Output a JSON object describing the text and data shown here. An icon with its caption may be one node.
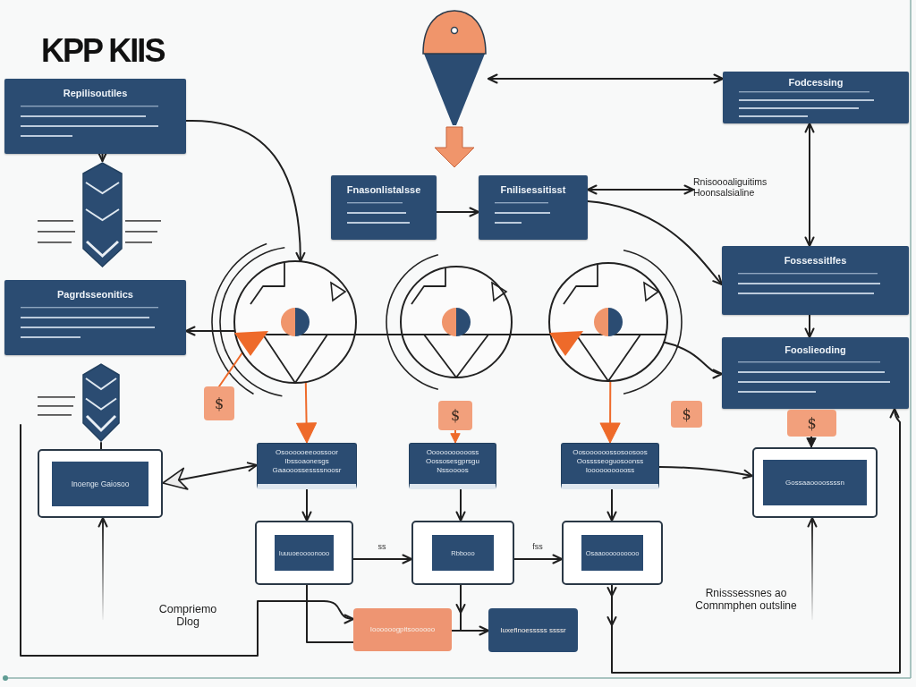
{
  "diagram": {
    "title": "KPP KIIS",
    "nodes": [
      {
        "text": [
          "Repilisoutiles"
        ]
      },
      {
        "text": [],
        "shape": "chevron"
      },
      {
        "text": [
          "Pagrdsseonitics"
        ]
      },
      {
        "text": [],
        "shape": "chevron"
      },
      {
        "text": [],
        "shape": "box"
      },
      {
        "text": [
          "Inoenge Gaiosoo"
        ],
        "in": 4
      },
      {
        "text": [],
        "shape": "funnel"
      },
      {
        "text": [
          "Fodcessing"
        ]
      },
      {
        "text": [
          "Fnasonlistalsse"
        ]
      },
      {
        "text": [
          "Fnilisessitisst"
        ]
      },
      {
        "text": [
          "Rnisoooaliguitims Hoonsalsialine"
        ]
      },
      {
        "text": [],
        "shape": "circle"
      },
      {
        "text": [],
        "shape": "circle"
      },
      {
        "text": [],
        "shape": "circle"
      },
      {
        "text": [
          "Fossessitlfes"
        ]
      },
      {
        "text": [
          "Fooslieoding"
        ]
      },
      {
        "text": [
          "Osoooooeeoossoor Ibssoaonesgs Gaaooossessssnoosr"
        ]
      },
      {
        "text": [
          "Oooooooooooss Oossosesgprsgu Nssoooos"
        ]
      },
      {
        "text": [
          "Oosoooooossosoosoos Oosssseoguosoonss Iooooooooooss"
        ]
      },
      {
        "text": [],
        "shape": "box"
      },
      {
        "text": [
          "Iuuuoeoooonooo"
        ],
        "in": 19
      },
      {
        "text": [],
        "shape": "box"
      },
      {
        "text": [
          "Rbbooo"
        ],
        "in": 21
      },
      {
        "text": [],
        "shape": "box"
      },
      {
        "text": [
          "Osaaoooooooooo"
        ],
        "in": 23
      },
      {
        "text": [],
        "shape": "box"
      },
      {
        "text": [
          "Gossaaoooossssn"
        ],
        "in": 25
      },
      {
        "text": [
          "Ioooooogpitsoooooo"
        ]
      },
      {
        "text": [
          "Iuxeflnoesssss ssssr"
        ]
      },
      {
        "text": [
          "$"
        ]
      },
      {
        "text": [
          "$"
        ]
      },
      {
        "text": [
          "$"
        ]
      },
      {
        "text": [
          "$"
        ]
      }
    ],
    "edges": [
      {
        "from": 0,
        "to": 1,
        "arrow": "to"
      },
      {
        "from": 3,
        "to": 4,
        "arrow": "none"
      },
      {
        "from": 0,
        "to": 11,
        "arrow": "to"
      },
      {
        "from": 11,
        "to": 2,
        "arrow": "to"
      },
      {
        "from": 4,
        "to": 16,
        "arrow": "both"
      },
      {
        "from": 8,
        "to": 9,
        "arrow": "to"
      },
      {
        "from": 6,
        "to": 7,
        "arrow": "both"
      },
      {
        "from": 9,
        "to": 10,
        "arrow": "both"
      },
      {
        "from": 7,
        "to": 14,
        "arrow": "both"
      },
      {
        "from": 14,
        "to": 15,
        "arrow": "to"
      },
      {
        "from": 9,
        "to": 14,
        "arrow": "to"
      },
      {
        "from": 13,
        "to": 15,
        "arrow": "to"
      },
      {
        "from": 11,
        "to": 12,
        "arrow": "none"
      },
      {
        "from": 12,
        "to": 13,
        "arrow": "none"
      },
      {
        "from": 11,
        "to": 16,
        "arrow": "to",
        "color": "#ee6a2a"
      },
      {
        "from": 13,
        "to": 18,
        "arrow": "to",
        "color": "#ee6a2a"
      },
      {
        "from": 30,
        "to": 17,
        "arrow": "to",
        "color": "#ee6a2a"
      },
      {
        "from": 16,
        "to": 19,
        "arrow": "to"
      },
      {
        "from": 17,
        "to": 21,
        "arrow": "to"
      },
      {
        "from": 18,
        "to": 23,
        "arrow": "to"
      },
      {
        "from": 19,
        "to": 21,
        "arrow": "to",
        "label": "ss"
      },
      {
        "from": 21,
        "to": 23,
        "arrow": "to",
        "label": "fss"
      },
      {
        "from": 18,
        "to": 25,
        "arrow": "to"
      },
      {
        "from": 32,
        "to": 25,
        "arrow": "to"
      },
      {
        "from": 19,
        "to": 27,
        "arrow": "none"
      },
      {
        "from": null,
        "to": 27,
        "arrow": "to"
      },
      {
        "from": 21,
        "to": 28,
        "arrow": "to"
      },
      {
        "from": 27,
        "to": 28,
        "arrow": "none"
      },
      {
        "from": 23,
        "to": 15,
        "arrow": "to"
      },
      {
        "from": 11,
        "to": 29,
        "arrow": "none",
        "color": "#ee6a2a"
      },
      {
        "from": null,
        "to": 4,
        "arrow": "to"
      },
      {
        "from": null,
        "to": 25,
        "arrow": "to"
      }
    ],
    "labels": [
      "Compriemo Dlog",
      "Rnisssessnes ao Comnmphen outsline"
    ]
  }
}
